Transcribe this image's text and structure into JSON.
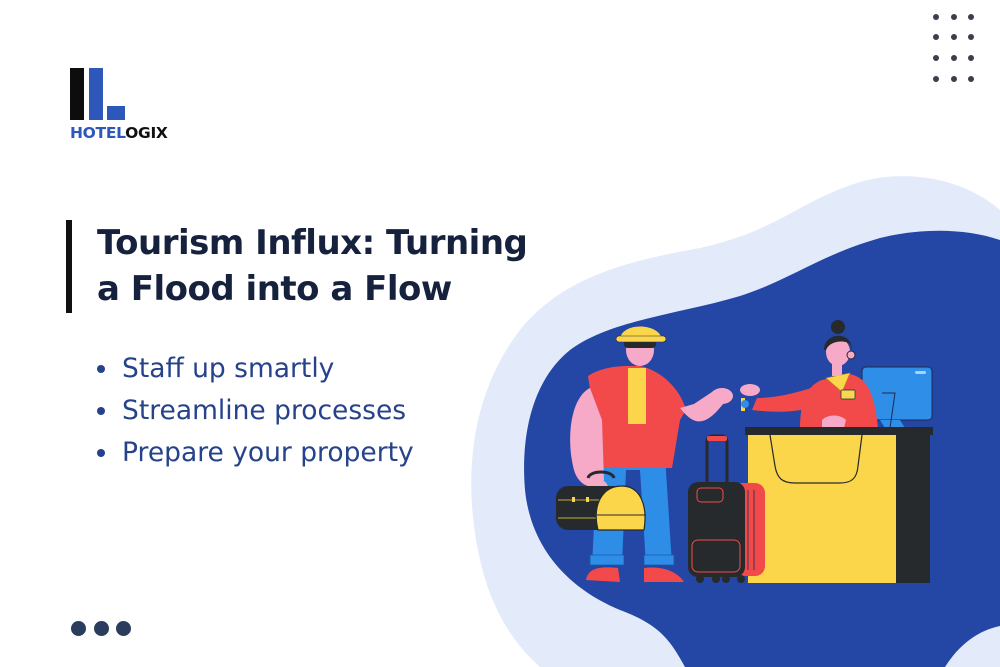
{
  "brand": {
    "logo_text_part1": "HOTEL",
    "logo_text_part2": "OGIX",
    "colors": {
      "primary_blue": "#2d57b8",
      "black": "#0d0d0d"
    }
  },
  "hero": {
    "title_line1": "Tourism Influx: Turning",
    "title_line2": "a Flood into a Flow",
    "title_color": "#16213d",
    "bullets": [
      {
        "label": "Staff up smartly"
      },
      {
        "label": "Streamline processes"
      },
      {
        "label": "Prepare your property"
      }
    ],
    "bullet_color": "#25428a"
  },
  "decor": {
    "dot_grid": {
      "cols": 3,
      "rows": 4
    },
    "pager_dots": 3
  },
  "illustration": {
    "description": "Hotel guest in hat and sunglasses receiving a key from a receptionist at a front desk",
    "colors": {
      "blob_light": "#e3ebfb",
      "blob_dark": "#2447a6",
      "desk_yellow": "#fcd64a",
      "desk_dark": "#262a2c",
      "shirt_red": "#f24a4a",
      "skin_pink": "#f7a9c8",
      "jeans_blue": "#2e8de6",
      "monitor_blue": "#2f8ee8"
    }
  }
}
